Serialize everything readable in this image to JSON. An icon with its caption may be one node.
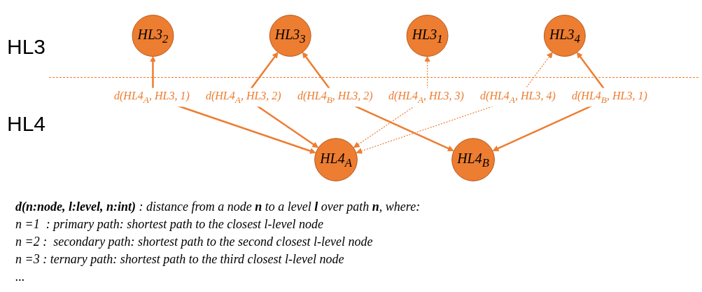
{
  "diagram": {
    "nodes": [
      {
        "text": [
          "HL3$_{1}$"
        ]
      },
      {
        "text": [
          "HL3$_{2}$"
        ]
      },
      {
        "text": [
          "HL3$_{3}$"
        ]
      },
      {
        "text": [
          "HL3$_{4}$"
        ]
      },
      {
        "text": [
          "HL4$_{A}$"
        ]
      },
      {
        "text": [
          "HL4$_{B}$"
        ]
      }
    ],
    "edges": [
      {
        "from": 4,
        "to": 1,
        "arrow": "both",
        "label": "d(HL4$_{A}$, HL3, 1)"
      },
      {
        "from": 4,
        "to": 2,
        "arrow": "both",
        "label": "d(HL4$_{A}$, HL3, 2)"
      },
      {
        "from": 4,
        "to": 0,
        "arrow": "both",
        "style": "dashed",
        "label": "d(HL4$_{A}$, HL3, 3)"
      },
      {
        "from": 4,
        "to": 3,
        "arrow": "both",
        "style": "dashed",
        "label": "d(HL4$_{A}$, HL3, 4)"
      },
      {
        "from": 5,
        "to": 2,
        "arrow": "both",
        "label": "d(HL4$_{B}$, HL3, 2)"
      },
      {
        "from": 5,
        "to": 3,
        "arrow": "both",
        "label": "d(HL4$_{B}$, HL3, 1)"
      }
    ],
    "labels": [
      "HL3",
      "HL4",
      "**d(n:node, l:level, n:int)** : distance from a node **n** to a level **l** over path **n**, where:",
      "n =1  : primary path: shortest path to the closest l-level node",
      "n =2 :  secondary path: shortest path to the second closest l-level node",
      "n =3 : ternary path: shortest path to the third closest l-level node",
      "..."
    ]
  }
}
